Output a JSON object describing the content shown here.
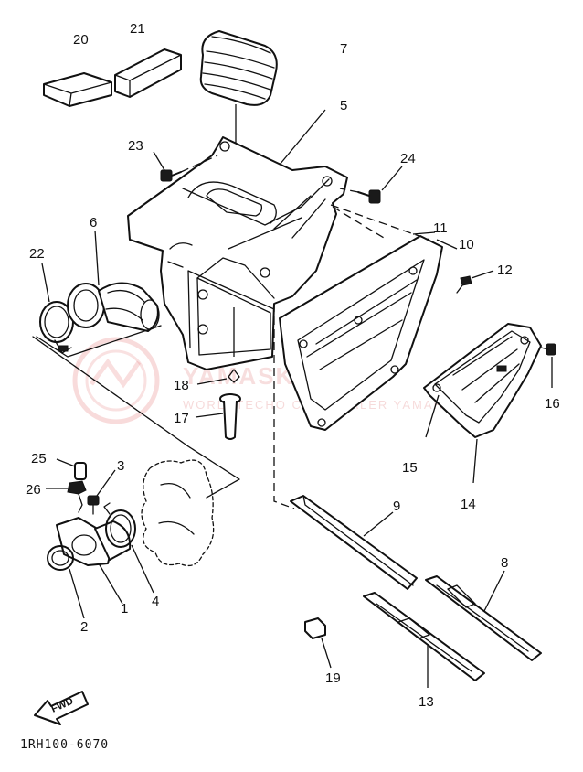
{
  "diagram": {
    "code": "1RH100-6070",
    "fwd": "FWD",
    "watermark": {
      "main": "YAMASKLEP.PL",
      "sub": "WORLDTECHO CZ LIDEALER YAMAHA"
    },
    "parts": [
      {
        "id": "p1",
        "number": "1"
      },
      {
        "id": "p2",
        "number": "2"
      },
      {
        "id": "p3",
        "number": "3"
      },
      {
        "id": "p4",
        "number": "4"
      },
      {
        "id": "p5",
        "number": "5"
      },
      {
        "id": "p6",
        "number": "6"
      },
      {
        "id": "p7",
        "number": "7"
      },
      {
        "id": "p8",
        "number": "8"
      },
      {
        "id": "p9",
        "number": "9"
      },
      {
        "id": "p10",
        "number": "10"
      },
      {
        "id": "p11",
        "number": "11"
      },
      {
        "id": "p12",
        "number": "12"
      },
      {
        "id": "p13",
        "number": "13"
      },
      {
        "id": "p14",
        "number": "14"
      },
      {
        "id": "p15",
        "number": "15"
      },
      {
        "id": "p16",
        "number": "16"
      },
      {
        "id": "p17",
        "number": "17"
      },
      {
        "id": "p18",
        "number": "18"
      },
      {
        "id": "p19",
        "number": "19"
      },
      {
        "id": "p20",
        "number": "20"
      },
      {
        "id": "p21",
        "number": "21"
      },
      {
        "id": "p22",
        "number": "22"
      },
      {
        "id": "p23",
        "number": "23"
      },
      {
        "id": "p24",
        "number": "24"
      },
      {
        "id": "p25",
        "number": "25"
      },
      {
        "id": "p26",
        "number": "26"
      }
    ]
  }
}
